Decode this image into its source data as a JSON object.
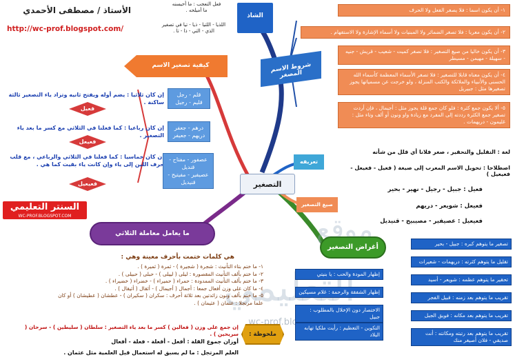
{
  "header": {
    "teacher": "الأستاذ / مصطفى الأحمدي",
    "url": "http://wc-prof.blogspot.com/"
  },
  "logo": {
    "name": "السنتر التعليمي",
    "url": "WC-PROF.BLOGSPOT.COM"
  },
  "watermark": {
    "line1": "موقع",
    "line2": "التعليمي",
    "url": "wc-prof.blogspot.com"
  },
  "center": {
    "label": "التصغير"
  },
  "shadh": {
    "label": "الشاذ",
    "note1": "فعل التعجب : ما أحيسنه",
    "note1b": "ما أميلحه .",
    "note2": "اللذيا - اللتيا - ذيا - تيا في تصغير",
    "note2b": "الذي - التي - ذا - تا ."
  },
  "conditions": {
    "label": "شروط الاسم المصغر",
    "items": [
      "١- أن يكون اسما : فلا يصغر الفعل ولا الحرف",
      "٢- أن يكون معربا : فلا تصغر الضمائر ولا المبنيات ولا أسماء الإشارة ولا الاستفهام .",
      "٣- أن يكون خاليا من صيغ التصغير : فلا تصغر كميت - شعيب - قريش - جنيه - سهيلة - مهيمن - مسيطر",
      "٤- أن يكون معناه قابلا للتصغير : فلا تصغر الأسماء المعظمة كأسماء الله الحسنى والأنبياء والملائكة والكتب المنزلة ، ولو خرجت عن مسمياتها يجوز تصغيرها مثل : جبيريل",
      "٥- ألا يكون جمع كثرة : فلو كان جمع قلة يجوز مثل : أجيمال ، فإن أردت تصغير جمع الكثرة رددته إلى المفرد مع زيادة واو ونون أو ألف وتاء مثل : غليمون - دريهمات ."
    ]
  },
  "how": {
    "label": "كيفية تصغير الاسم",
    "tri_rule": "إن كان ثلاثيا : يضم أوله ويفتح ثانيه وتزاد ياء التصغير ثالثة ساكنة .",
    "tri_pattern": "فعيل",
    "tri_examples": "قلم - رجل",
    "tri_examples2": "قليم - رجيل",
    "quad_rule": "إن كان رباعيا : كما فعلنا في الثلاثي مع كسر ما بعد ياء التصغير .",
    "quad_pattern": "فعيعل",
    "quad_examples": "درهم - جعفر",
    "quad_examples2": "دريهم - جعيفر",
    "quint_rule": "إن كان خماسيا : كما فعلنا في الثلاثي والرباعي ، مع قلب حرف اللين إلى ياء وإن كانت ياء بقيت كما هي .",
    "quint_pattern": "فعيعيل",
    "quint_examples": "عصفور - مفتاح - قنديل",
    "quint_examples2": "عصيفير - مفيتيح - قنيديل"
  },
  "definition": {
    "label": "تعريفه",
    "lugha": "لغة : التقليل والتحقير ، صغر فلانا أي قلل من شأنه",
    "istilah": "اصطلاحا : تحويل الاسم المعرب إلى صيغة ( فعيل - فعيعل - فعيعيل )"
  },
  "forms": {
    "label": "صيغ التصغير",
    "f1": "فعيل : جبيل - رجيل - نهير - بحير",
    "f2": "فعيعل : شويعر - دريهم",
    "f3": "فعيعيل : عصيفير - مصيبيح - قنيديل"
  },
  "purposes": {
    "label": "أغراض التصغير",
    "right": [
      "تصغير ما يتوهم كبره : جبيل - بحير",
      "تقليل ما يتوهم كثرته : دريهمات - شعيرات",
      "تحقير ما يتوهم عظمه : شويعر - أسيد",
      "تقريب ما يتوهم بعد زمنه : قبيل الفجر",
      "تقريب ما يتوهم بعد مكانه : فويق الجبل",
      "تقريب ما يتوهم بعد رتبته ومكانته : أنت صديقي - فلان أصيغر منك"
    ],
    "left": [
      "إظهار المودة والحب : يا بنيتي",
      "إظهار الشفقة والرحمة : غلام مسيكين",
      "الاختصار دون الإخلال بالمطلوب : جبيل",
      "التكوين - التعظيم : رأيت ملكيا تهابه البلاد"
    ]
  },
  "triliteral": {
    "label": "ما يعامل معاملة الثلاثي",
    "intro": "هي كلمات ختمت بأحرف معينة وهي :",
    "items": [
      "١- ما ختم بتاء التأنيث : شجرة ( شجيرة ) - ثمرة ( ثميرة ) .",
      "٢- ما ختم بألف التأنيث المقصورة : ليلى ( لييلى ) - حبلى ( حبيلى ) .",
      "٣- ما ختم بألف التأنيث الممدودة : حمراء ( حميراء ) - خضراء ( خضيراء ) .",
      "٤- ما كان على وزن أفعال جمعا : أجمال ( أجيمال ) - أثقال ( أثيقال ) .",
      "٥- ما ختم بألف ونون زائدتين بعد ثلاثة أحرف : سكران ( سكيران ) - عطشان ( عطيشان ) أو كان",
      "علما مرتجلا : عثمان ( عثيمان ) ."
    ]
  },
  "notes": {
    "label": "ملحوظة :",
    "n1": "إن جمع على وزن ( فعالين ) كسر ما بعد ياء التصغير : سلطان ( سليطين ) - سرحان ( سريحين ) .",
    "n2": "أوزان جموع القلة : أفعل - أفعلة - فعلة - أفعال",
    "n3": "العلم المرتجل : ما لم يسبق له استعمال قبل العلمية مثل عثمان ."
  }
}
